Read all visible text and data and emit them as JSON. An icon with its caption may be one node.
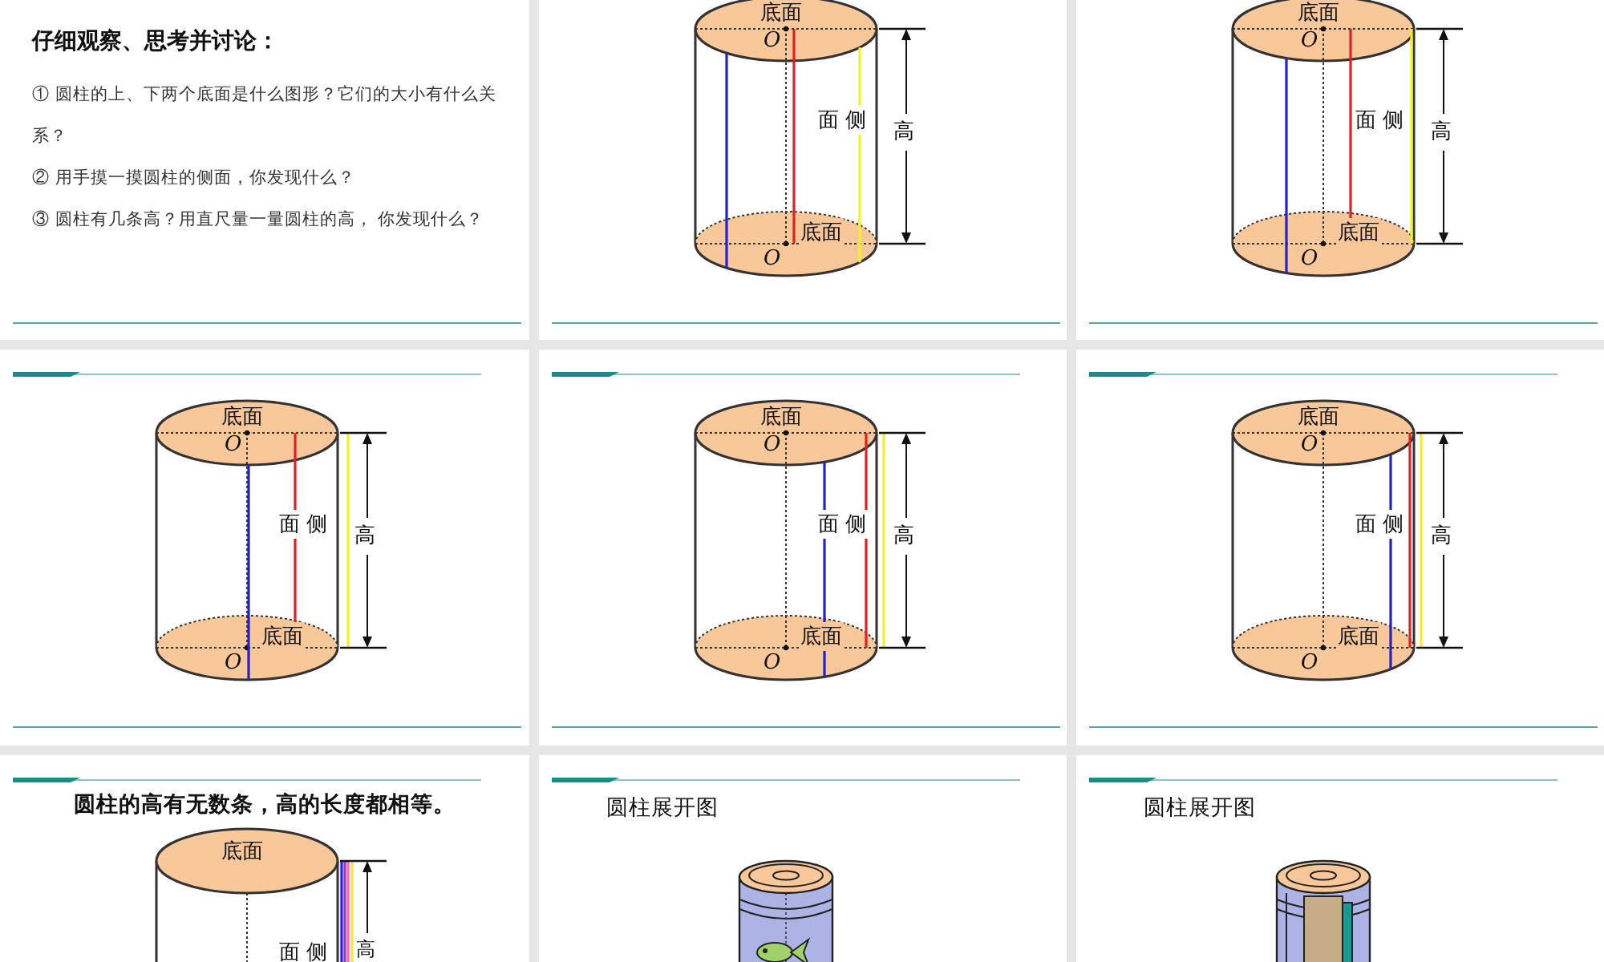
{
  "diagram": {
    "labels": [
      "仔细观察、思考并讨论：",
      "① 圆柱的上、下两个底面是什么图形？它们的大小有什么关系？",
      "② 用手摸一摸圆柱的侧面，你发现什么？",
      "③ 圆柱有几条高？用直尺量一量圆柱的高， 你发现什么？",
      "底面",
      "O",
      "面 侧",
      "高",
      "底面",
      "O",
      "底面",
      "O",
      "面 侧",
      "高",
      "底面",
      "O",
      "底面",
      "O",
      "面 侧",
      "高",
      "底面",
      "O",
      "底面",
      "O",
      "面 侧",
      "高",
      "底面",
      "O",
      "底面",
      "O",
      "面 侧",
      "高",
      "底面",
      "O",
      "圆柱的高有无数条，高的长度都相等。",
      "底面",
      "面 侧",
      "高",
      "圆柱展开图",
      "圆柱展开图"
    ]
  }
}
